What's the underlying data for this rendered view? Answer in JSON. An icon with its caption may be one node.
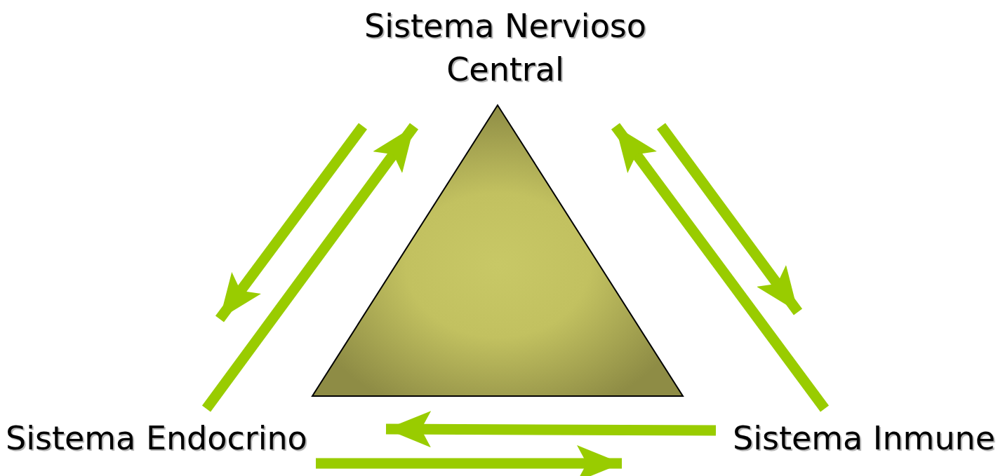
{
  "diagram": {
    "nodes": [
      {
        "text": [
          "Sistema Nervioso Central"
        ]
      },
      {
        "text": [
          "Sistema Endocrino"
        ]
      },
      {
        "text": [
          "Sistema Inmune"
        ]
      }
    ],
    "edges": [
      {
        "from": 0,
        "to": 1,
        "arrow": "to"
      },
      {
        "from": 1,
        "to": 0,
        "arrow": "to"
      },
      {
        "from": 0,
        "to": 2,
        "arrow": "to"
      },
      {
        "from": 2,
        "to": 0,
        "arrow": "to"
      },
      {
        "from": 2,
        "to": 1,
        "arrow": "to"
      },
      {
        "from": 1,
        "to": 2,
        "arrow": "to"
      }
    ]
  }
}
